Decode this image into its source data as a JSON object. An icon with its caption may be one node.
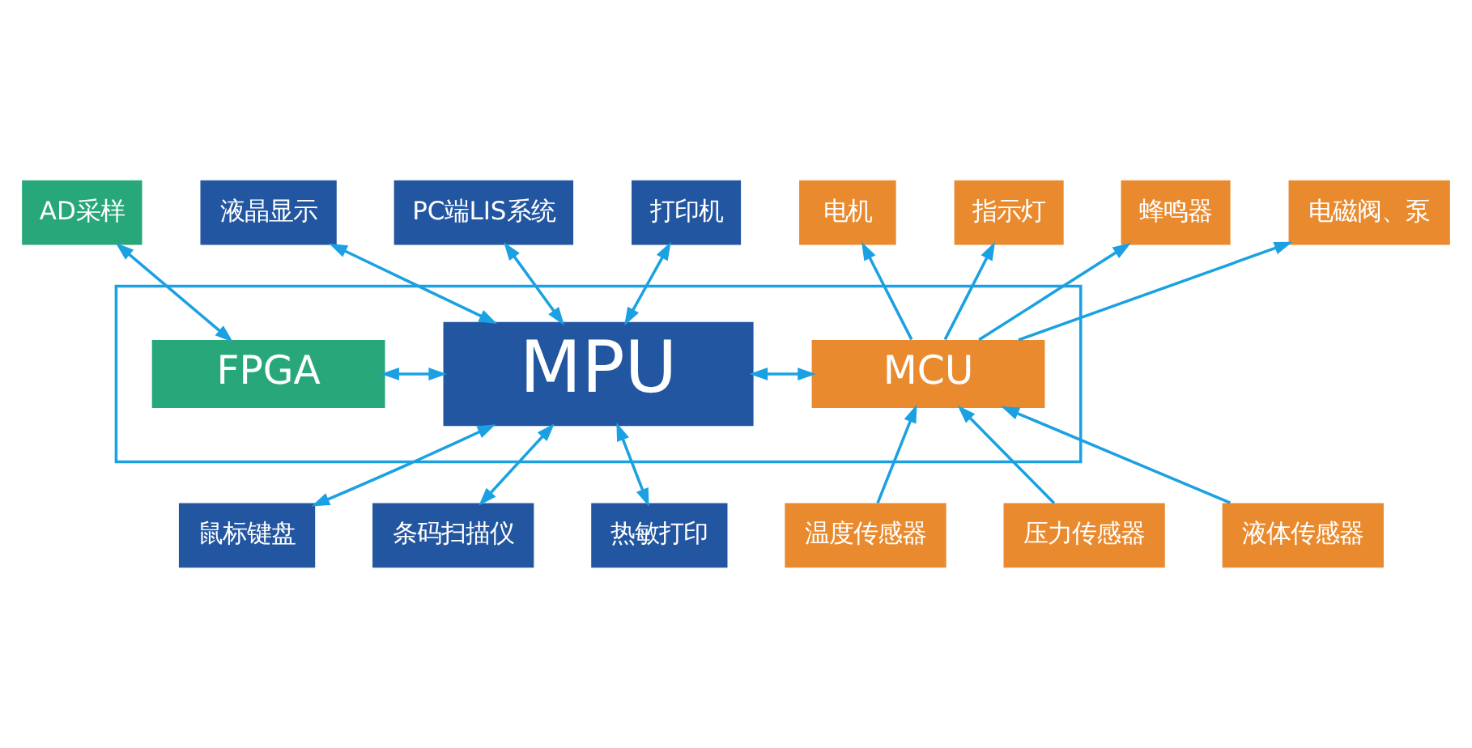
{
  "diagram": {
    "nodes": [
      {
        "text": [
          "AD采样"
        ]
      },
      {
        "text": [
          "液晶显示"
        ]
      },
      {
        "text": [
          "PC端LIS系统"
        ]
      },
      {
        "text": [
          "打印机"
        ]
      },
      {
        "text": [
          "电机"
        ]
      },
      {
        "text": [
          "指示灯"
        ]
      },
      {
        "text": [
          "蜂鸣器"
        ]
      },
      {
        "text": [
          "电磁阀、泵"
        ]
      },
      {
        "text": [],
        "shape": "box"
      },
      {
        "text": [
          "FPGA"
        ],
        "in": 8
      },
      {
        "text": [
          "MPU"
        ],
        "in": 8
      },
      {
        "text": [
          "MCU"
        ],
        "in": 8
      },
      {
        "text": [
          "鼠标键盘"
        ]
      },
      {
        "text": [
          "条码扫描仪"
        ]
      },
      {
        "text": [
          "热敏打印"
        ]
      },
      {
        "text": [
          "温度传感器"
        ]
      },
      {
        "text": [
          "压力传感器"
        ]
      },
      {
        "text": [
          "液体传感器"
        ]
      }
    ],
    "edges": [
      {
        "from": 0,
        "to": 9,
        "arrow": "both"
      },
      {
        "from": 1,
        "to": 10,
        "arrow": "both"
      },
      {
        "from": 2,
        "to": 10,
        "arrow": "both"
      },
      {
        "from": 3,
        "to": 10,
        "arrow": "both"
      },
      {
        "from": 11,
        "to": 4,
        "arrow": "to"
      },
      {
        "from": 11,
        "to": 5,
        "arrow": "to"
      },
      {
        "from": 11,
        "to": 6,
        "arrow": "to"
      },
      {
        "from": 11,
        "to": 7,
        "arrow": "to"
      },
      {
        "from": 9,
        "to": 10,
        "arrow": "both"
      },
      {
        "from": 10,
        "to": 11,
        "arrow": "both"
      },
      {
        "from": 10,
        "to": 12,
        "arrow": "both"
      },
      {
        "from": 10,
        "to": 13,
        "arrow": "both"
      },
      {
        "from": 10,
        "to": 14,
        "arrow": "both"
      },
      {
        "from": 15,
        "to": 11,
        "arrow": "to"
      },
      {
        "from": 16,
        "to": 11,
        "arrow": "to"
      },
      {
        "from": 17,
        "to": 11,
        "arrow": "to"
      }
    ]
  }
}
